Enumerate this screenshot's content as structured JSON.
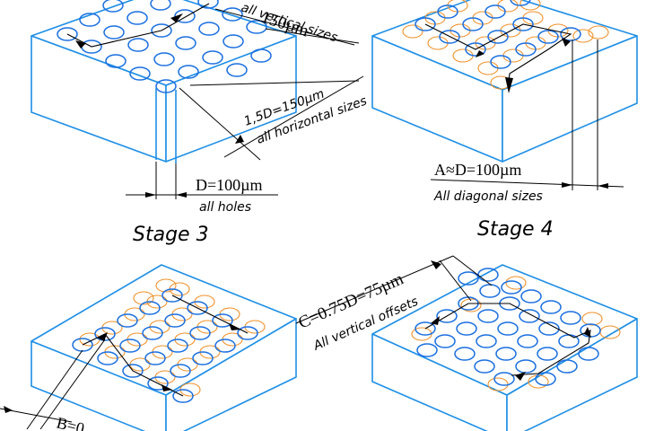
{
  "stages": {
    "stage3": "Stage 3",
    "stage4": "Stage 4"
  },
  "labels": {
    "vertical_value": "150µm",
    "vertical_caption": "all vertical sizes",
    "horizontal_value": "1,5D=150µm",
    "horizontal_caption": "all horizontal sizes",
    "holes_value": "D=100µm",
    "holes_caption": "all holes",
    "diagonal_value": "A≈D=100µm",
    "diagonal_caption": "All diagonal sizes",
    "offset_value": "C=0.75D=75µm",
    "offset_caption": "All vertical offsets",
    "b_value": "B=0"
  },
  "colors": {
    "box": "#1e8fe6",
    "hole_primary": "#1a6fe0",
    "hole_secondary": "#f0912a",
    "dimension": "#000000"
  }
}
